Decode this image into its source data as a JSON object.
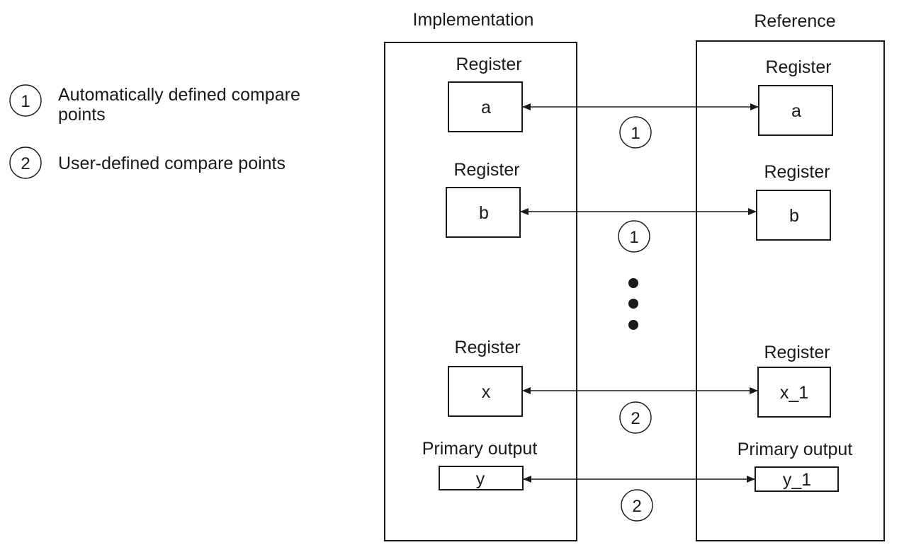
{
  "columns": {
    "implementation": "Implementation",
    "reference": "Reference"
  },
  "legend": [
    {
      "marker": "1",
      "lines": [
        "Automatically defined compare",
        "points"
      ]
    },
    {
      "marker": "2",
      "lines": [
        "User-defined compare points"
      ]
    }
  ],
  "pairs": [
    {
      "impl_caption": "Register",
      "impl_name": "a",
      "ref_caption": "Register",
      "ref_name": "a",
      "marker": "1"
    },
    {
      "impl_caption": "Register",
      "impl_name": "b",
      "ref_caption": "Register",
      "ref_name": "b",
      "marker": "1"
    },
    {
      "impl_caption": "Register",
      "impl_name": "x",
      "ref_caption": "Register",
      "ref_name": "x_1",
      "marker": "2"
    },
    {
      "impl_caption": "Primary output",
      "impl_name": "y",
      "ref_caption": "Primary output",
      "ref_name": "y_1",
      "marker": "2"
    }
  ]
}
